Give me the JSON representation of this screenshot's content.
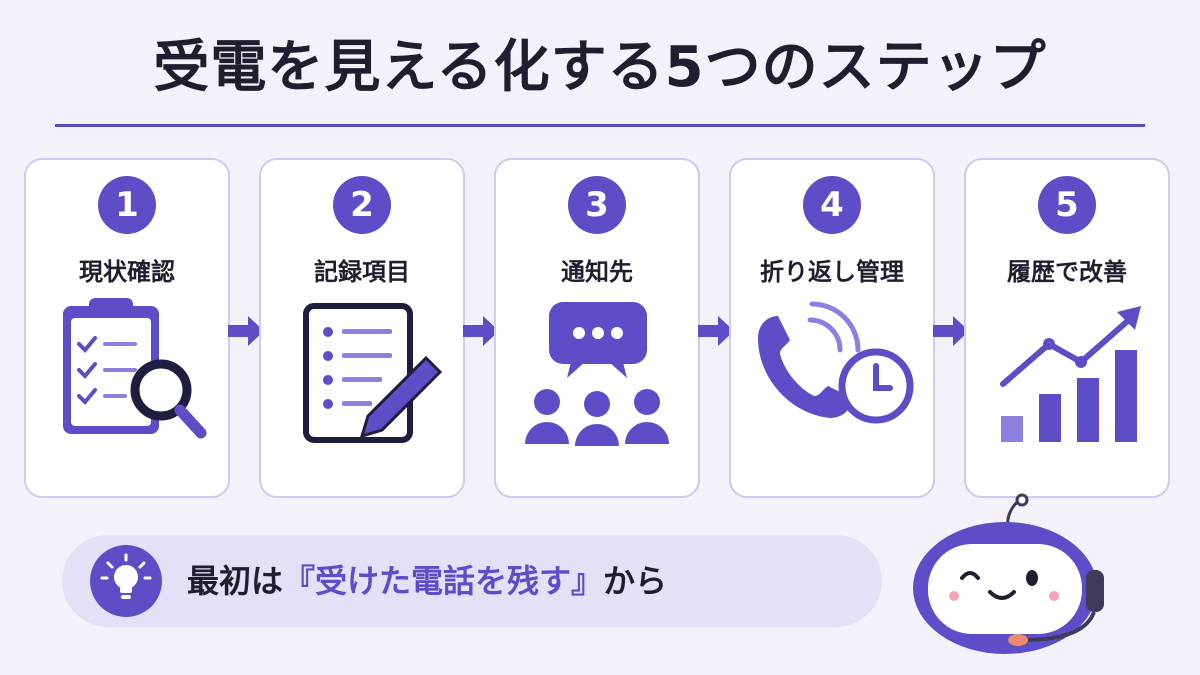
{
  "title": "受電を見える化する5つのステップ",
  "steps": [
    {
      "number": "1",
      "label": "現状確認",
      "icon": "clipboard-magnifier-icon"
    },
    {
      "number": "2",
      "label": "記録項目",
      "icon": "document-pen-icon"
    },
    {
      "number": "3",
      "label": "通知先",
      "icon": "chat-group-icon"
    },
    {
      "number": "4",
      "label": "折り返し管理",
      "icon": "phone-clock-icon"
    },
    {
      "number": "5",
      "label": "履歴で改善",
      "icon": "growth-chart-icon"
    }
  ],
  "tip": {
    "prefix": "最初は",
    "highlight": "『受けた電話を残す』",
    "suffix": "から",
    "icon": "lightbulb-icon"
  },
  "colors": {
    "accent": "#5d4ec7",
    "accent_light": "#8b7fe0",
    "text": "#1e1e2e",
    "card_border": "#cfc9ee",
    "background": "#f3f2fa"
  }
}
